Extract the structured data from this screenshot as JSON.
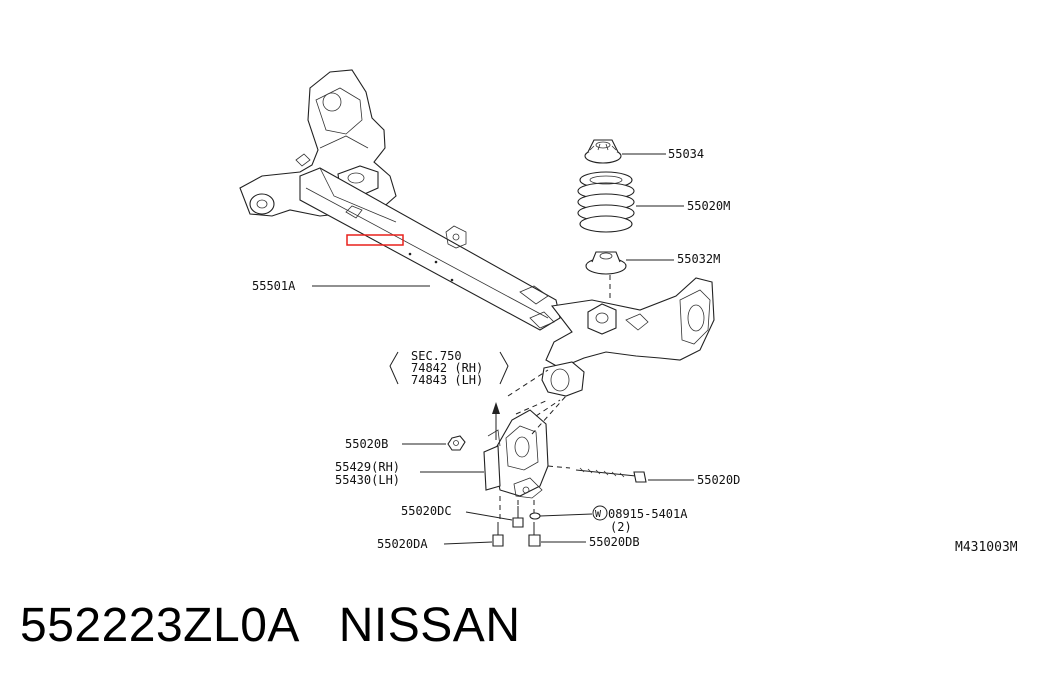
{
  "labels": {
    "p55034": "55034",
    "p55020M": "55020M",
    "p55032M": "55032M",
    "p55501A": "55501A",
    "sec_line1": "SEC.750",
    "sec_line2": "74842 (RH)",
    "sec_line3": "74843 (LH)",
    "p55020B": "55020B",
    "p55429": "55429(RH)",
    "p55430": "55430(LH)",
    "p55020D": "55020D",
    "p55020DC": "55020DC",
    "w_symbol": "W",
    "p08915": "08915-5401A",
    "p08915_qty": "(2)",
    "p55020DA": "55020DA",
    "p55020DB": "55020DB",
    "diagram_code": "M431003M"
  },
  "caption": {
    "part_number": "552223ZL0A",
    "brand": "NISSAN"
  },
  "colors": {
    "highlight": "#e8201c",
    "line": "#222222"
  }
}
